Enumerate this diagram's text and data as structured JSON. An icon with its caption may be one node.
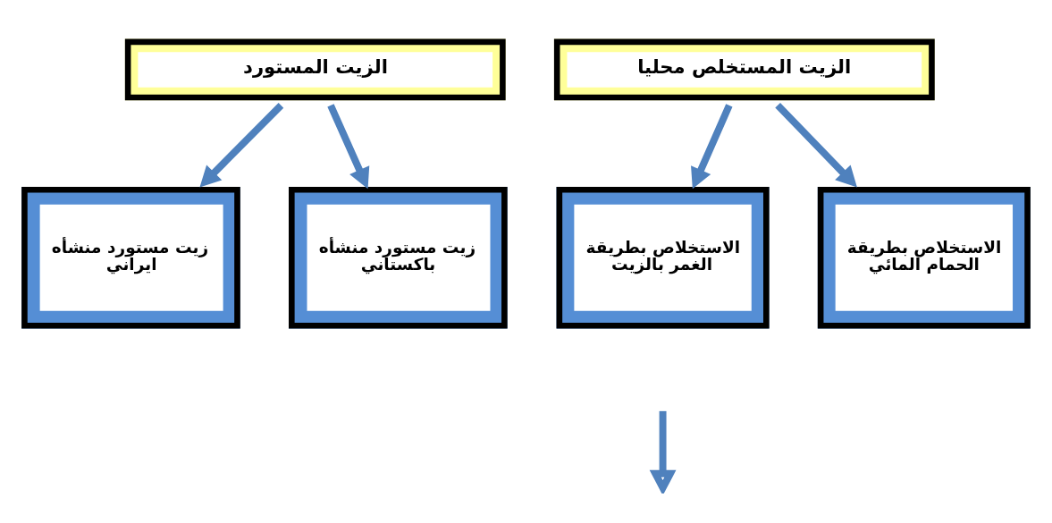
{
  "diagram": {
    "nodes": [
      {
        "text": [
          "الزيت المستخلص محليا"
        ]
      },
      {
        "text": [
          "الزيت المستورد"
        ]
      },
      {
        "text": [
          "الاستخلاص بطريقة الحمام المائي"
        ]
      },
      {
        "text": [
          "الاستخلاص بطريقة الغمر بالزيت"
        ]
      },
      {
        "text": [
          "زيت مستورد منشأه باكستاني"
        ]
      },
      {
        "text": [
          "زيت مستورد منشأه ايراني"
        ]
      }
    ],
    "edges": [
      {
        "from": 0,
        "to": 2,
        "arrow": "to"
      },
      {
        "from": 0,
        "to": 3,
        "arrow": "to"
      },
      {
        "from": 1,
        "to": 4,
        "arrow": "to"
      },
      {
        "from": 1,
        "to": 5,
        "arrow": "to"
      }
    ]
  }
}
